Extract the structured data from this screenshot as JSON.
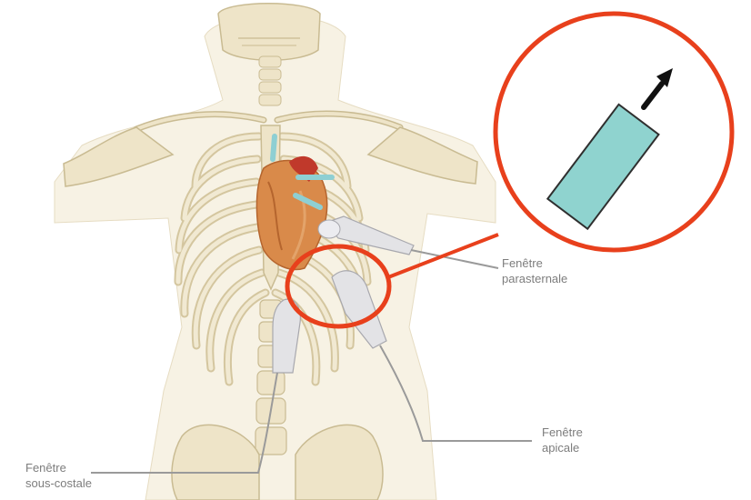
{
  "labels": {
    "parasternal": {
      "line1": "Fenêtre",
      "line2": "parasternale"
    },
    "apical": {
      "line1": "Fenêtre",
      "line2": "apicale"
    },
    "subcostal": {
      "line1": "Fenêtre",
      "line2": "sous-costale"
    }
  },
  "colors": {
    "bone": "#eee4c8",
    "bone_outline": "#c9bb92",
    "heart": "#d98a4a",
    "heart_dark": "#c0392b",
    "vessel": "#8ecfd3",
    "probe": "#e3e3e6",
    "callout_circle": "#e8401c",
    "probe_rectangle": "#8fd3cf",
    "leader_line": "#8c8c8c"
  },
  "icons": [
    "arrow-up-right-icon"
  ]
}
